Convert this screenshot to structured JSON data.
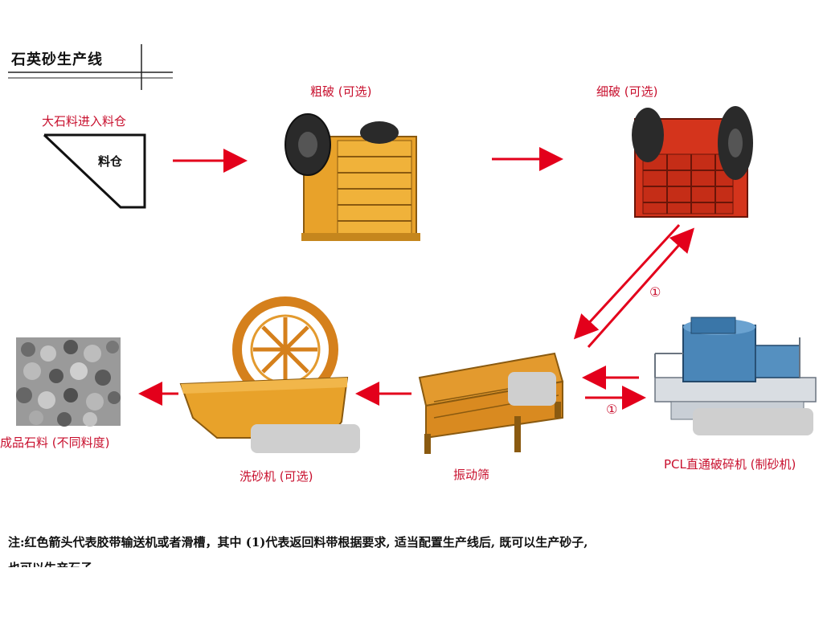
{
  "title": "石英砂生产线",
  "nodes": {
    "bin_caption": "大石料进入料仓",
    "bin_label": "料仓",
    "coarse": "粗破 (可选)",
    "fine": "细破 (可选)",
    "pcl": "PCL直通破碎机 (制砂机)",
    "screen": "振动筛",
    "washer": "洗砂机 (可选)",
    "product": "成品石料 (不同料度)"
  },
  "markers": {
    "return_1": "①",
    "return_2": "①"
  },
  "note": {
    "line1": "注:红色箭头代表胶带输送机或者滑槽，其中 (1)代表返回料带根据要求, 适当配置生产线后, 既可以生产砂子,",
    "line2": "也可以生产石子"
  },
  "colors": {
    "arrow": "#e3001b",
    "label": "#c8102e",
    "machine_yellow": "#e8a22a",
    "machine_red": "#d4341c",
    "machine_blue": "#4a86b8"
  }
}
